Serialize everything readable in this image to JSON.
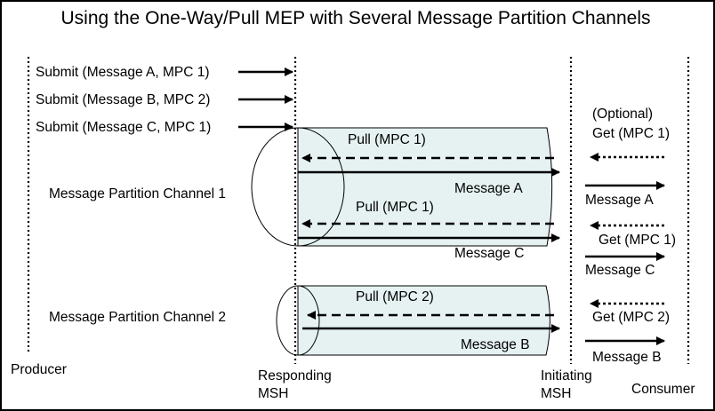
{
  "title": "Using the One-Way/Pull MEP with Several Message Partition Channels",
  "colors": {
    "channel_fill": "#e6f2f2",
    "line": "#000000",
    "background": "#ffffff"
  },
  "actors": {
    "producer": "Producer",
    "responding_line1": "Responding",
    "responding_line2": "MSH",
    "initiating_line1": "Initiating",
    "initiating_line2": "MSH",
    "consumer": "Consumer"
  },
  "submits": [
    "Submit (Message A, MPC 1)",
    "Submit (Message B, MPC 2)",
    "Submit (Message C, MPC 1)"
  ],
  "channels": [
    "Message Partition Channel 1",
    "Message Partition Channel 2"
  ],
  "channel1": {
    "pull1": "Pull (MPC 1)",
    "msg1": "Message A",
    "pull2": "Pull (MPC 1)",
    "msg2": "Message C"
  },
  "channel2": {
    "pull": "Pull (MPC 2)",
    "msg": "Message B"
  },
  "consumer_side": {
    "optional": "(Optional)",
    "get1": "Get (MPC 1)",
    "msg_a": "Message A",
    "get2": "Get (MPC 1)",
    "msg_c": "Message C",
    "get3": "Get (MPC 2)",
    "msg_b": "Message B"
  }
}
